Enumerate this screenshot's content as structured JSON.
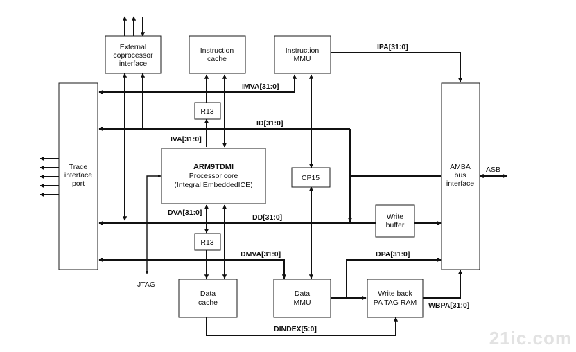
{
  "blocks": {
    "external_coprocessor": [
      "External",
      "coprocessor",
      "interface"
    ],
    "instruction_cache": [
      "Instruction",
      "cache"
    ],
    "instruction_mmu": [
      "Instruction",
      "MMU"
    ],
    "trace_port": [
      "Trace",
      "interface",
      "port"
    ],
    "r13_top": [
      "R13"
    ],
    "arm9tdmi": [
      "ARM9TDMI",
      "Processor core",
      "(Integral EmbeddedICE)"
    ],
    "cp15": [
      "CP15"
    ],
    "amba": [
      "AMBA",
      "bus",
      "interface"
    ],
    "write_buffer": [
      "Write",
      "buffer"
    ],
    "r13_bottom": [
      "R13"
    ],
    "data_cache": [
      "Data",
      "cache"
    ],
    "data_mmu": [
      "Data",
      "MMU"
    ],
    "write_back": [
      "Write back",
      "PA TAG RAM"
    ]
  },
  "buses": {
    "ipa": "IPA[31:0]",
    "imva": "IMVA[31:0]",
    "id": "ID[31:0]",
    "iva": "IVA[31:0]",
    "dva": "DVA[31:0]",
    "dd": "DD[31:0]",
    "dmva": "DMVA[31:0]",
    "dpa": "DPA[31:0]",
    "wbpa": "WBPA[31:0]",
    "dindex": "DINDEX[5:0]"
  },
  "signals": {
    "asb": "ASB",
    "jtag": "JTAG"
  },
  "watermark": "21ic.com"
}
